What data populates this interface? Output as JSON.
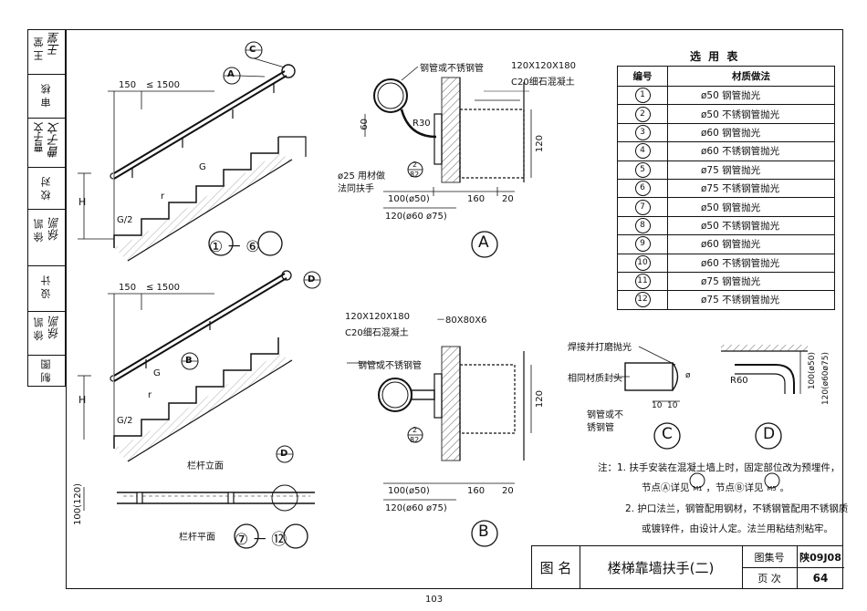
{
  "side_column": {
    "rows": [
      "王 堂",
      "审 核",
      "曹子文",
      "校 对",
      "徐 凯",
      "设 计",
      "徐 凯",
      "制 图"
    ],
    "signatures": [
      "王堂",
      "曹子文",
      "徐凯",
      "徐凯"
    ]
  },
  "views": {
    "upper_label": "①－⑥",
    "lower_label": "⑦－⑫",
    "dim_150": "150",
    "dim_1500": "≤ 1500",
    "H": "H",
    "G": "G",
    "G2": "G/2",
    "r": "r",
    "callout_A": "A",
    "callout_B": "B",
    "callout_C": "C",
    "callout_D": "D",
    "railing_elevation": "栏杆立面",
    "railing_plan": "栏杆平面",
    "plan_dim": "100(120)",
    "plan_callout": "D"
  },
  "detail_A": {
    "label_pipe": "钢管或不锈钢管",
    "label_block": "120X120X180",
    "label_concrete": "C20细石混凝土",
    "R30": "R30",
    "dim_60": "60",
    "dim_120": "120",
    "label_bar1": "ø25 用材做",
    "label_bar2": "法同扶手",
    "ref_top": "2",
    "ref_bottom": "82",
    "dim_100": "100(ø50)",
    "dim_160": "160",
    "dim_20": "20",
    "dim_120b": "120(ø60 ø75)",
    "title": "A"
  },
  "detail_B": {
    "label_block": "120X120X180",
    "label_concrete": "C20细石混凝土",
    "label_plate": "－80X80X6",
    "label_pipe": "钢管或不锈钢管",
    "dim_120": "120",
    "ref_top": "2",
    "ref_bottom": "82",
    "dim_100": "100(ø50)",
    "dim_160": "160",
    "dim_20": "20",
    "dim_120b": "120(ø60 ø75)",
    "title": "B"
  },
  "detail_C": {
    "label_weld": "焊接并打磨抛光",
    "label_cap": "相同材质封头",
    "label_pipe1": "钢管或不",
    "label_pipe2": "锈钢管",
    "dim_10a": "10",
    "dim_10b": "10",
    "dia": "ø",
    "title": "C"
  },
  "detail_D": {
    "R60": "R60",
    "dim_a": "100(ø50)",
    "dim_b": "120(ø60ø75)",
    "title": "D"
  },
  "selection_table": {
    "title": "选 用 表",
    "headers": [
      "编号",
      "材质做法"
    ],
    "rows": [
      {
        "no": "1",
        "spec": "ø50  钢管抛光"
      },
      {
        "no": "2",
        "spec": "ø50  不锈钢管抛光"
      },
      {
        "no": "3",
        "spec": "ø60  钢管抛光"
      },
      {
        "no": "4",
        "spec": "ø60  不锈钢管抛光"
      },
      {
        "no": "5",
        "spec": "ø75  钢管抛光"
      },
      {
        "no": "6",
        "spec": "ø75  不锈钢管抛光"
      },
      {
        "no": "7",
        "spec": "ø50  钢管抛光"
      },
      {
        "no": "8",
        "spec": "ø50  不锈钢管抛光"
      },
      {
        "no": "9",
        "spec": "ø60  钢管抛光"
      },
      {
        "no": "10",
        "spec": "ø60  不锈钢管抛光"
      },
      {
        "no": "11",
        "spec": "ø75  钢管抛光"
      },
      {
        "no": "12",
        "spec": "ø75  不锈钢管抛光"
      }
    ]
  },
  "notes": {
    "l1": "注：1. 扶手安装在混凝土墙上时，固定部位改为预埋件，",
    "l2a": "节点Ⓐ详见",
    "l2b": "，节点Ⓑ详见",
    "l2c": "。",
    "ref1": "M1",
    "ref2": "M5",
    "l3": "2. 护口法兰，钢管配用钢材，不锈钢管配用不锈钢质",
    "l4": "或镀锌件，由设计人定。法兰用粘结剂粘牢。"
  },
  "title_block": {
    "name_label": "图 名",
    "name": "楼梯靠墙扶手(二)",
    "atlas_label": "图集号",
    "atlas": "陕09J08",
    "page_label": "页 次",
    "page": "64"
  },
  "page_footer": "103"
}
